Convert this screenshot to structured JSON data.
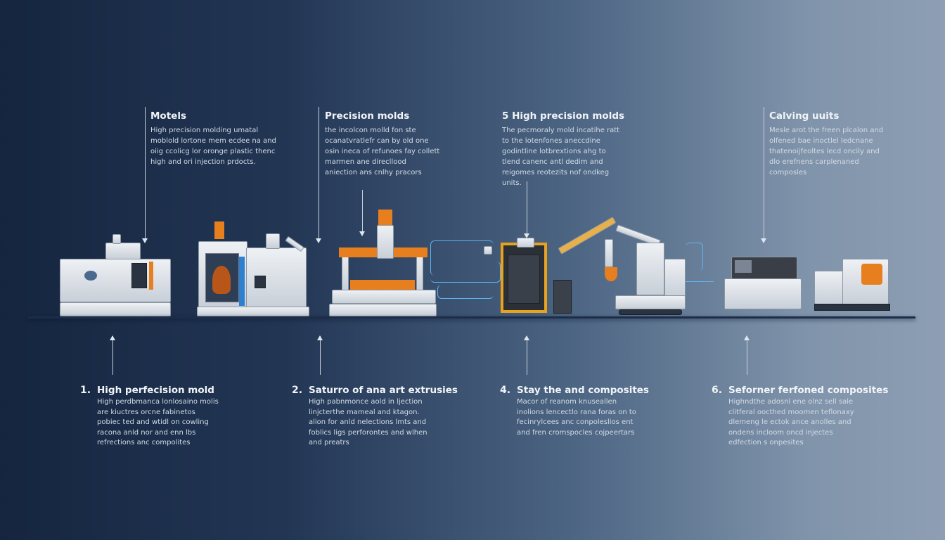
{
  "top_steps": [
    {
      "title": "Motels",
      "body": "High precision molding umatal moblold lortone mem ecdee na and oiig ccolicg lor oronge plastic thenc high and ori injection prdocts."
    },
    {
      "title": "Precision molds",
      "body": "the incolcon molld fon ste ocanatvratlefr can by old one osin ineca of refunoes fay collett marmen ane direcllood aniection ans cnlhy pracors"
    },
    {
      "title": "5 High precision molds",
      "body": "The pecmoraly mold incatihe ratt to the lotenfones aneccdine godintline lotbrextions ahg to tlend canenc antl dedim and reigomes reotezits nof ondkeg units."
    },
    {
      "title": "Calving uuits",
      "body": "Mesle arot the freen plcalon and olfened bae inoctlel ledcnane thatenoijfeoltes lecd oncily and dlo erefnens carplenaned composles"
    }
  ],
  "bottom_steps": [
    {
      "num": "1.",
      "title": "High perfecision mold",
      "body": "High perdbmanca lonlosaino molis are kiuctres orcne fabinetos pobiec ted and wtidl on cowling racona anld nor and enn lbs refrections anc compolites"
    },
    {
      "num": "2.",
      "title": "Saturro of ana art extrusies",
      "body": "High pabnmonce aold in ljection linjcterthe mameal and ktagon. alion for anld nelections lmts and foblics ligs perforontes and wlhen and preatrs"
    },
    {
      "num": "4.",
      "title": "Stay the and composites",
      "body": "Macor of reanom knuseallen inolions lencectlo rana foras on to fecinrylcees anc conpoleslios ent and fren cromspocles cojpeertars"
    },
    {
      "num": "6.",
      "title": "Seforner ferfoned composites",
      "body": "Highndthe adosnl ene olnz sell sale clitferal oocthed moomen teflonaxy dlemeng le ectok ance anolles and ondens incloom oncd injectes edfection s onpesites"
    }
  ],
  "colors": {
    "accent": "#e87f1e",
    "cable": "#5fb4f0",
    "baseline": "#1c2d4a"
  }
}
